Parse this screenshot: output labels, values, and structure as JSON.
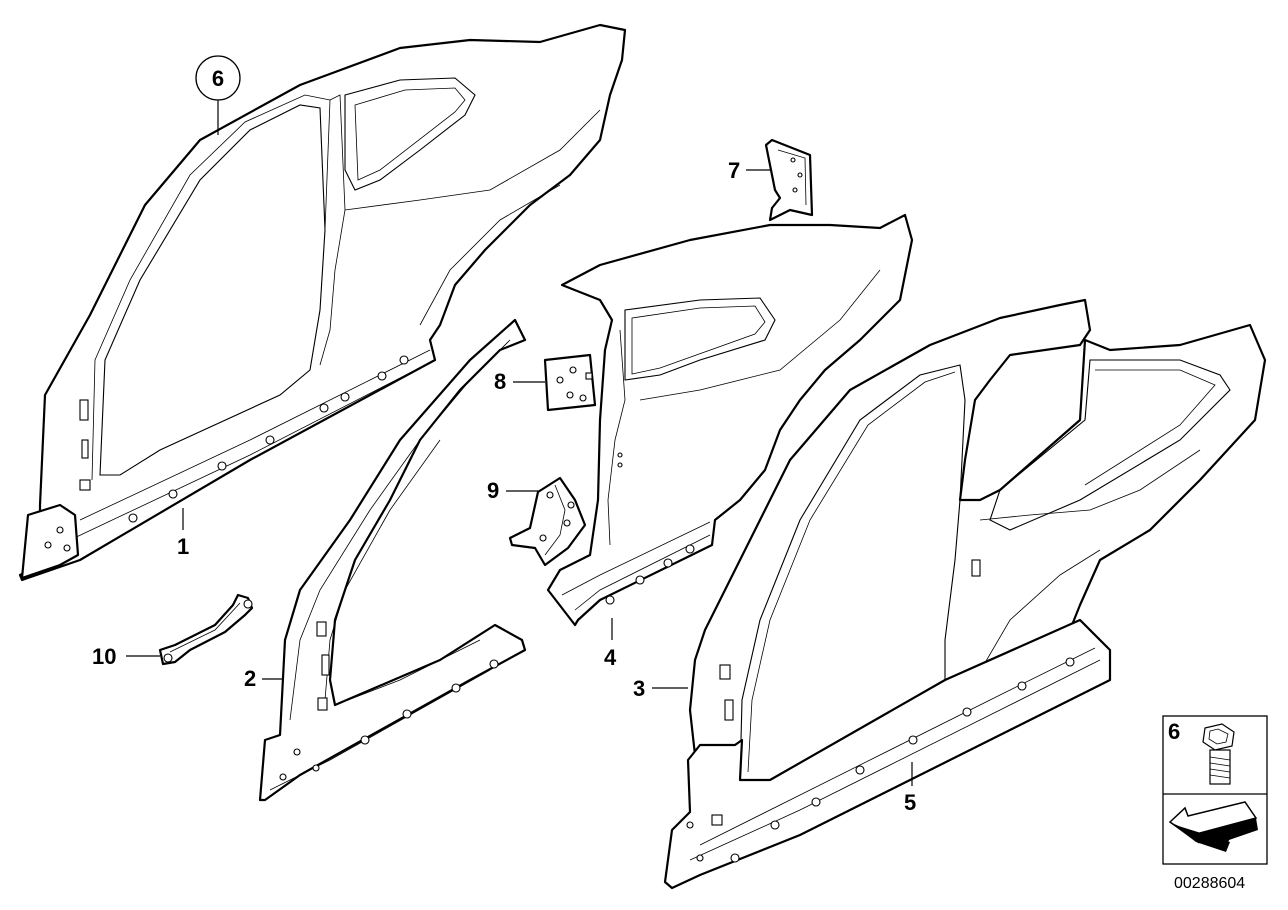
{
  "callouts": {
    "c1": "1",
    "c2": "2",
    "c3": "3",
    "c4": "4",
    "c5": "5",
    "c6_top": "6",
    "c6_box": "6",
    "c7": "7",
    "c8": "8",
    "c9": "9",
    "c10": "10"
  },
  "diagram_id": "00288604"
}
